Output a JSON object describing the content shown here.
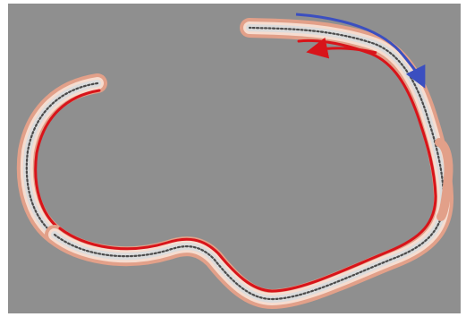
{
  "diagram": {
    "background_color": "#8f8f8f",
    "frame_color": "#ffffff",
    "tissue_outer_color": "#e2a089",
    "tissue_inner_color": "#f6dccf",
    "core_color": "#dcdcdc",
    "core_speckle_color": "#4b4b4b",
    "inner_line_color": "#d8141a",
    "segments": [
      "left-arc-segment",
      "main-loop-segment"
    ],
    "arrows": [
      {
        "name": "blue-arrow",
        "color": "#3b4fc0",
        "direction": "clockwise"
      },
      {
        "name": "red-arrow",
        "color": "#d8141a",
        "direction": "counterclockwise"
      }
    ]
  }
}
